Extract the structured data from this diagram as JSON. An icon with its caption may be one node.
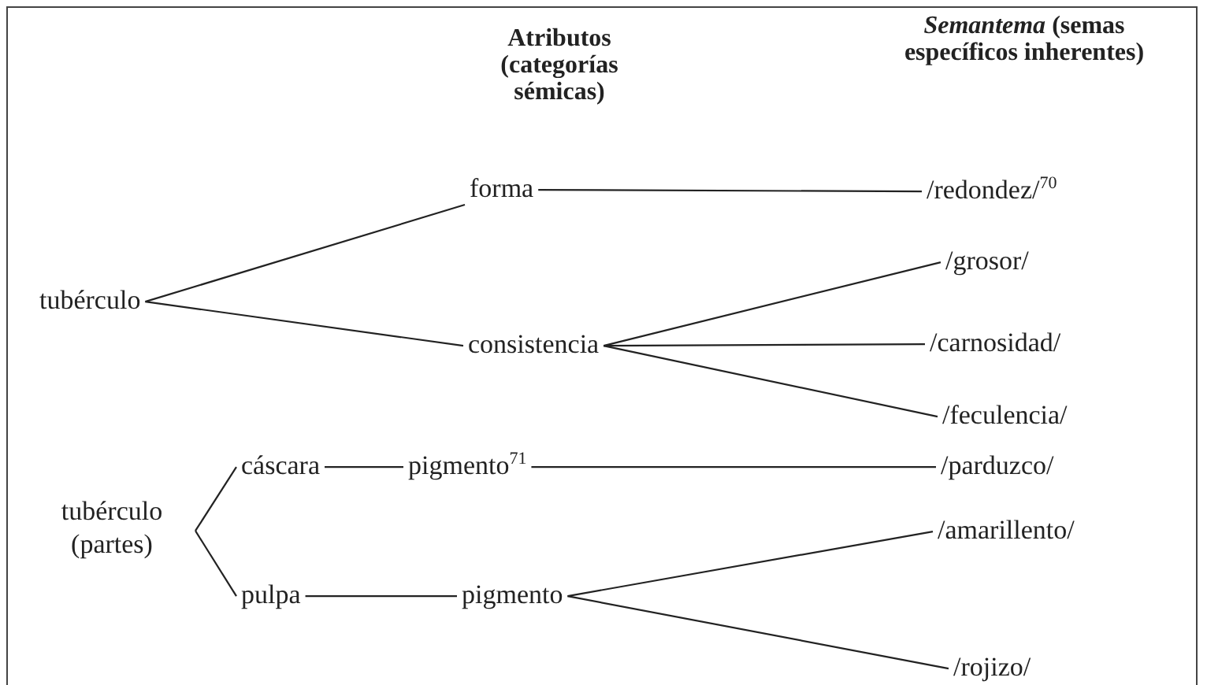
{
  "diagram": {
    "nodes": [
      {
        "text": [
          "tubérculo"
        ]
      },
      {
        "text": [
          "forma"
        ]
      },
      {
        "text": [
          "/redondez/$^{70}$"
        ]
      },
      {
        "text": [
          "consistencia"
        ]
      },
      {
        "text": [
          "/grosor/"
        ]
      },
      {
        "text": [
          "/carnosidad/"
        ]
      },
      {
        "text": [
          "/feculencia/"
        ]
      },
      {
        "text": [
          "tubérculo (partes)"
        ]
      },
      {
        "text": [
          "cáscara"
        ]
      },
      {
        "text": [
          "pigmento$^{71}$"
        ]
      },
      {
        "text": [
          "/parduzco/"
        ]
      },
      {
        "text": [
          "pulpa"
        ]
      },
      {
        "text": [
          "pigmento"
        ]
      },
      {
        "text": [
          "/amarillento/"
        ]
      },
      {
        "text": [
          "/rojizo/"
        ]
      }
    ],
    "edges": [
      {
        "from": 0,
        "to": 1,
        "arrow": "none"
      },
      {
        "from": 0,
        "to": 3,
        "arrow": "none"
      },
      {
        "from": 1,
        "to": 2,
        "arrow": "none"
      },
      {
        "from": 3,
        "to": 4,
        "arrow": "none"
      },
      {
        "from": 3,
        "to": 5,
        "arrow": "none"
      },
      {
        "from": 3,
        "to": 6,
        "arrow": "none"
      },
      {
        "from": 7,
        "to": 8,
        "arrow": "none"
      },
      {
        "from": 7,
        "to": 11,
        "arrow": "none"
      },
      {
        "from": 8,
        "to": 9,
        "arrow": "none"
      },
      {
        "from": 9,
        "to": 10,
        "arrow": "none"
      },
      {
        "from": 11,
        "to": 12,
        "arrow": "none"
      },
      {
        "from": 12,
        "to": 13,
        "arrow": "none"
      },
      {
        "from": 12,
        "to": 14,
        "arrow": "none"
      }
    ],
    "labels": [
      "Atributos (categorías sémicas)",
      "*Semantema* (semas específicos inherentes)"
    ]
  }
}
